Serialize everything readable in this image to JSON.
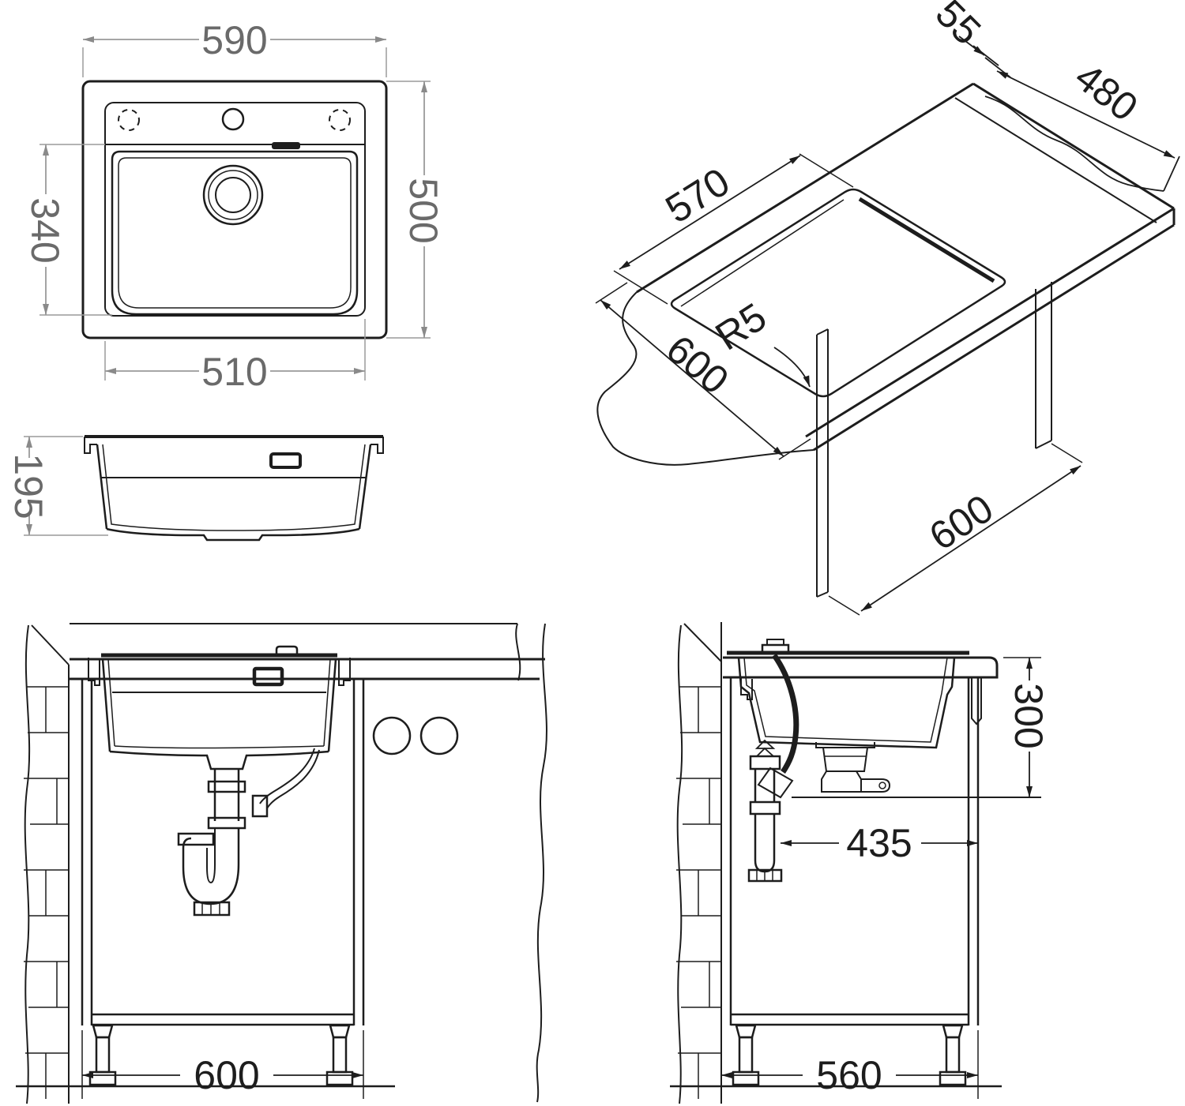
{
  "drawing": {
    "type": "technical-drawing",
    "subject": "kitchen sink installation dimensions",
    "dims": {
      "top_width": "590",
      "top_depth": "500",
      "bowl_inner_depth": "340",
      "bowl_inner_width": "510",
      "bowl_height": "195",
      "edge_gap": "55",
      "cutout_depth": "480",
      "cutout_width": "570",
      "counter_depth": "600",
      "corner_radius": "R5",
      "counter_width": "600",
      "front_cabinet_width": "600",
      "mount_depth": "300",
      "trap_offset": "435",
      "cabinet_depth": "560"
    },
    "colors": {
      "line": "#1d1d1d",
      "dim_gray_text": "#6a6a6a",
      "dim_gray_line": "#9a9a9a",
      "dim_black": "#1d1d1d",
      "background": "#ffffff"
    }
  }
}
